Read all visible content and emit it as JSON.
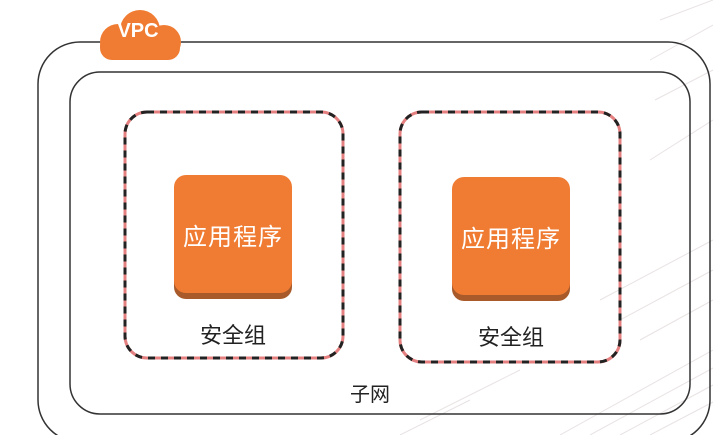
{
  "vpc": {
    "label": "VPC",
    "color": "#f07c33"
  },
  "subnet": {
    "label": "子网"
  },
  "security_groups": [
    {
      "label": "安全组",
      "app_label": "应用程序"
    },
    {
      "label": "安全组",
      "app_label": "应用程序"
    }
  ],
  "colors": {
    "app_fill": "#f07c33",
    "app_shadow": "#a85a2b",
    "sg_dash": "#e58080",
    "outline": "#333333"
  }
}
